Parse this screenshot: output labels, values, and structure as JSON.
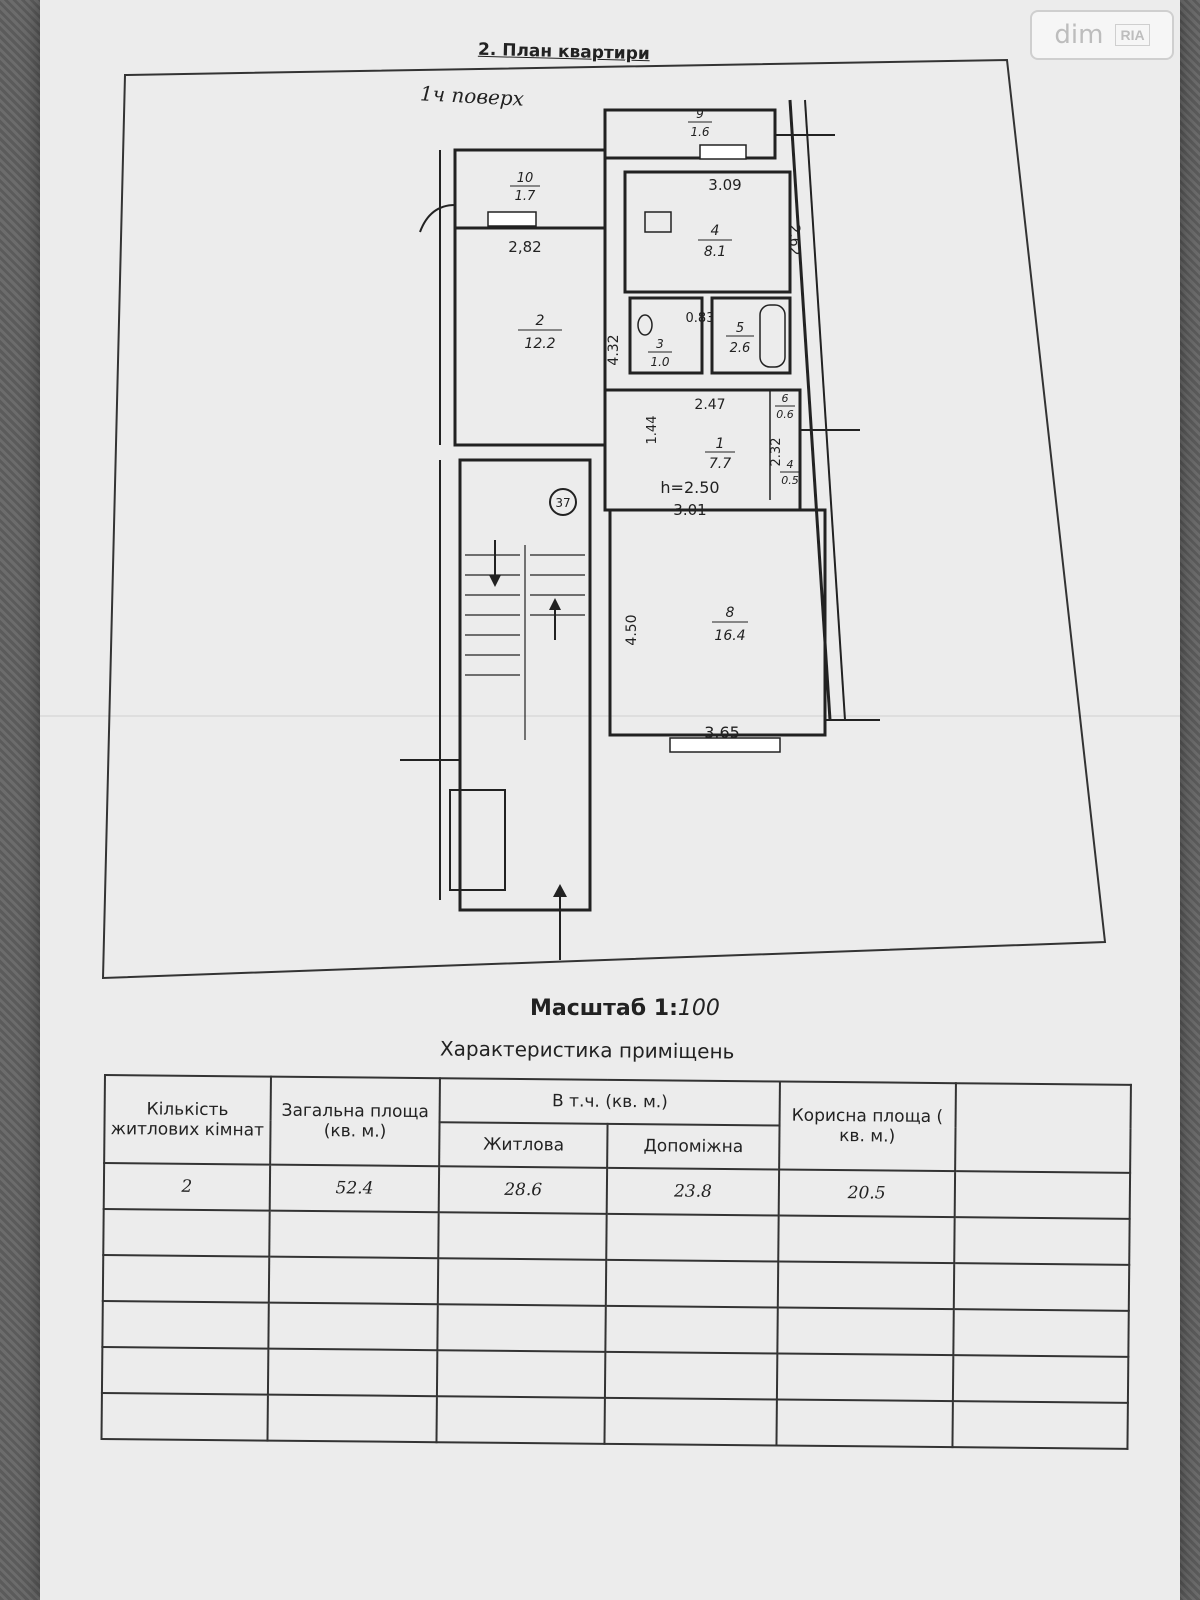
{
  "watermark": {
    "text": "dim",
    "logo": "RIA"
  },
  "document": {
    "title": "2. План квартири",
    "floor": "1ч поверх",
    "scale_label": "Масштаб 1:",
    "scale_value": "100",
    "characteristics_title": "Характеристика приміщень"
  },
  "plan": {
    "rooms": [
      {
        "num": "10",
        "area": "1.7"
      },
      {
        "num": "9",
        "area": "1.6"
      },
      {
        "num": "2",
        "area": "12.2"
      },
      {
        "num": "4",
        "area": "8.1"
      },
      {
        "num": "3",
        "area": "1.0"
      },
      {
        "num": "5",
        "area": "2.6"
      },
      {
        "num": "6",
        "area": "0.6"
      },
      {
        "num": "1",
        "area": "7.7"
      },
      {
        "num": "4",
        "area": "0.5"
      },
      {
        "num": "8",
        "area": "16.4"
      }
    ],
    "dimensions": [
      "2,82",
      "3.09",
      "2.62",
      "4.32",
      "0.83",
      "2.47",
      "1.44",
      "2.32",
      "h=2.50",
      "3.01",
      "4.50",
      "3.65"
    ],
    "stair_mark": "37"
  },
  "table": {
    "headers": {
      "rooms_count": "Кількість житлових кімнат",
      "total_area": "Загальна площа (кв. м.)",
      "including": "В т.ч. (кв. м.)",
      "living": "Житлова",
      "auxiliary": "Допоміжна",
      "useful_area": "Корисна площа ( кв. м.)"
    },
    "row": {
      "rooms_count": "2",
      "total_area": "52.4",
      "living": "28.6",
      "auxiliary": "23.8",
      "useful_area": "20.5"
    }
  }
}
